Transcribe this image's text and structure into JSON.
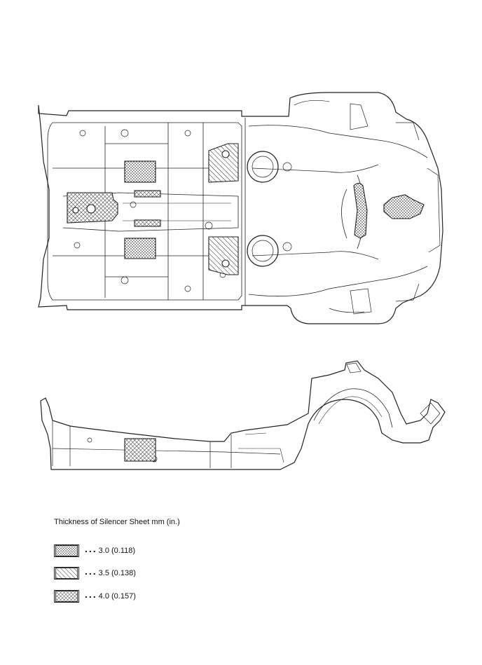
{
  "legend": {
    "title": "Thickness of Silencer Sheet mm (in.)",
    "items": [
      {
        "pattern": "dots",
        "label": "3.0 (0.118)"
      },
      {
        "pattern": "hatch",
        "label": "3.5 (0.138)"
      },
      {
        "pattern": "crosshatch",
        "label": "4.0 (0.157)"
      }
    ],
    "separator": "..."
  },
  "colors": {
    "line": "#222222",
    "background": "#ffffff"
  }
}
